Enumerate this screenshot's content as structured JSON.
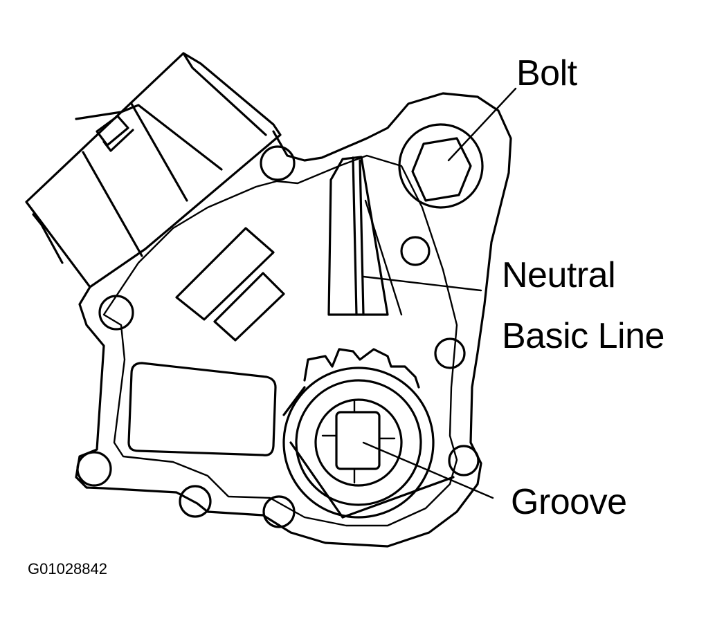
{
  "figure": {
    "labels": {
      "bolt": "Bolt",
      "neutral_line_1": "Neutral",
      "neutral_line_2": "Basic Line",
      "groove": "Groove"
    },
    "figure_id": "G01028842"
  }
}
